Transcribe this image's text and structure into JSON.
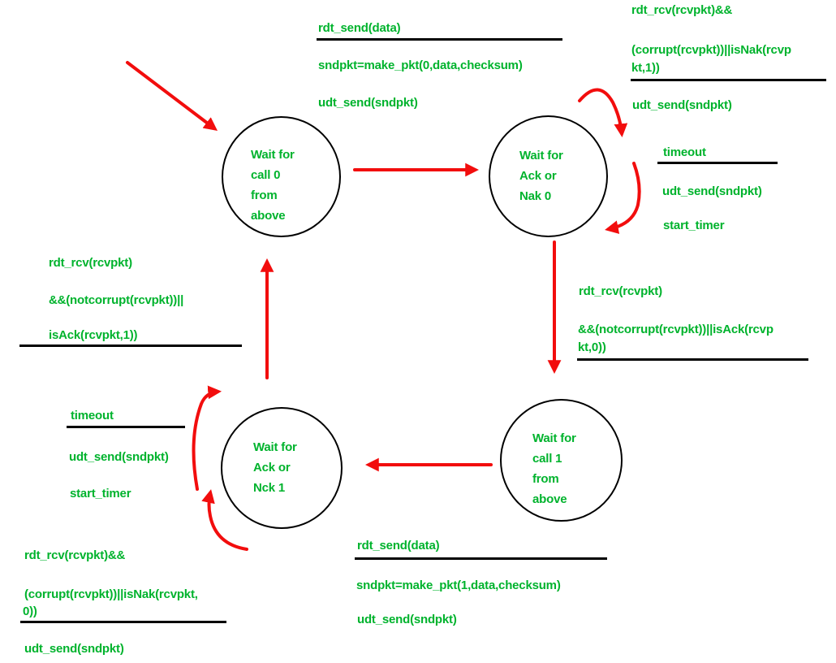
{
  "colors": {
    "state_text": "#00b32d",
    "action_text": "#00b32d",
    "arrow": "#f20d0d",
    "line": "#000000",
    "state_border": "#000000",
    "background": "#ffffff"
  },
  "states": {
    "wait_call_0": {
      "lines": [
        "Wait for",
        "call 0",
        "from",
        "above"
      ]
    },
    "wait_ack_nak_0": {
      "lines": [
        "Wait for",
        "Ack or",
        "Nak 0"
      ]
    },
    "wait_call_1": {
      "lines": [
        "Wait for",
        "call 1",
        "from",
        "above"
      ]
    },
    "wait_ack_nck_1": {
      "lines": [
        "Wait for",
        "Ack or",
        "Nck 1"
      ]
    }
  },
  "labels": {
    "send0": {
      "event": "rdt_send(data)",
      "action1": "sndpkt=make_pkt(0,data,checksum)",
      "action2": "udt_send(sndpkt)"
    },
    "nak0_loop": {
      "event_line1": "rdt_rcv(rcvpkt)&&",
      "event_line2": "(corrupt(rcvpkt))||isNak(rcvp",
      "event_line3": "kt,1))",
      "action": "udt_send(sndpkt)"
    },
    "timeout0": {
      "event": "timeout",
      "action1": "udt_send(sndpkt)",
      "action2": "start_timer"
    },
    "ack0": {
      "event_line1": "rdt_rcv(rcvpkt)",
      "event_line2": "&&(notcorrupt(rcvpkt))||isAck(rcvp",
      "event_line3": "kt,0))"
    },
    "ack1": {
      "event_line1": "rdt_rcv(rcvpkt)",
      "event_line2": "&&(notcorrupt(rcvpkt))||",
      "event_line3": "isAck(rcvpkt,1))"
    },
    "timeout1": {
      "event": "timeout",
      "action1": "udt_send(sndpkt)",
      "action2": "start_timer"
    },
    "nak1_loop": {
      "event_line1": "rdt_rcv(rcvpkt)&&",
      "event_line2": "(corrupt(rcvpkt))||isNak(rcvpkt,",
      "event_line3": "0))",
      "action": "udt_send(sndpkt)"
    },
    "send1": {
      "event": "rdt_send(data)",
      "action1": "sndpkt=make_pkt(1,data,checksum)",
      "action2": "udt_send(sndpkt)"
    }
  }
}
